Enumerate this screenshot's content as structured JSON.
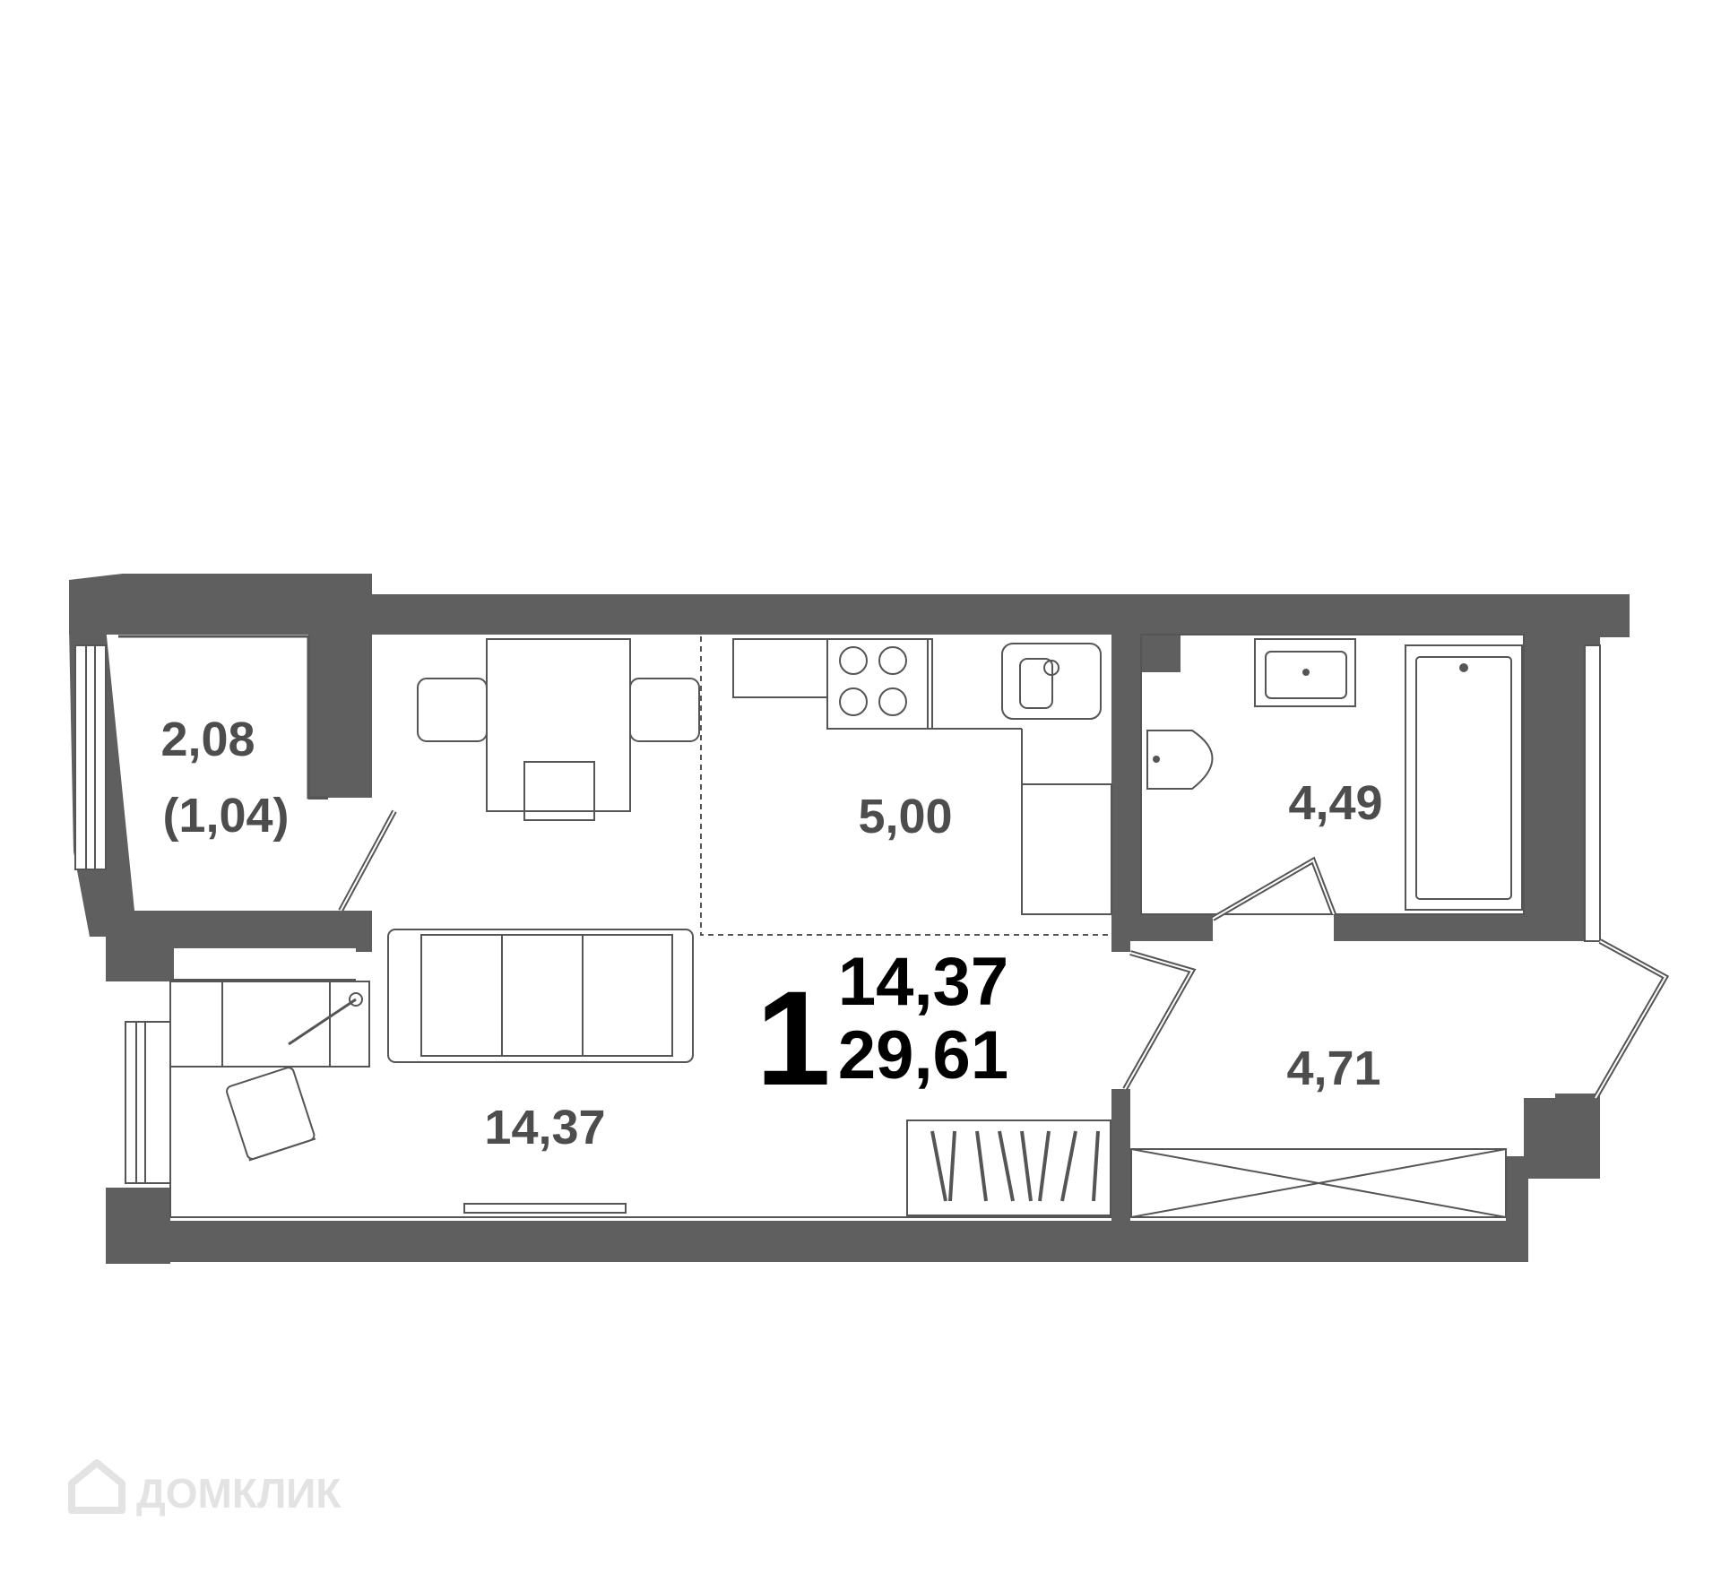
{
  "rooms": {
    "balcony_area": "2,08",
    "balcony_reduced": "(1,04)",
    "kitchen": "5,00",
    "bathroom": "4,49",
    "living": "14,37",
    "hall": "4,71"
  },
  "summary": {
    "rooms_count": "1",
    "living_area": "14,37",
    "total_area": "29,61"
  },
  "watermark": {
    "text": "ДОМКЛИК",
    "icon": "house-icon"
  },
  "colors": {
    "wall": "#5f5f5f",
    "line": "#555555",
    "label": "#4d4d4d"
  }
}
